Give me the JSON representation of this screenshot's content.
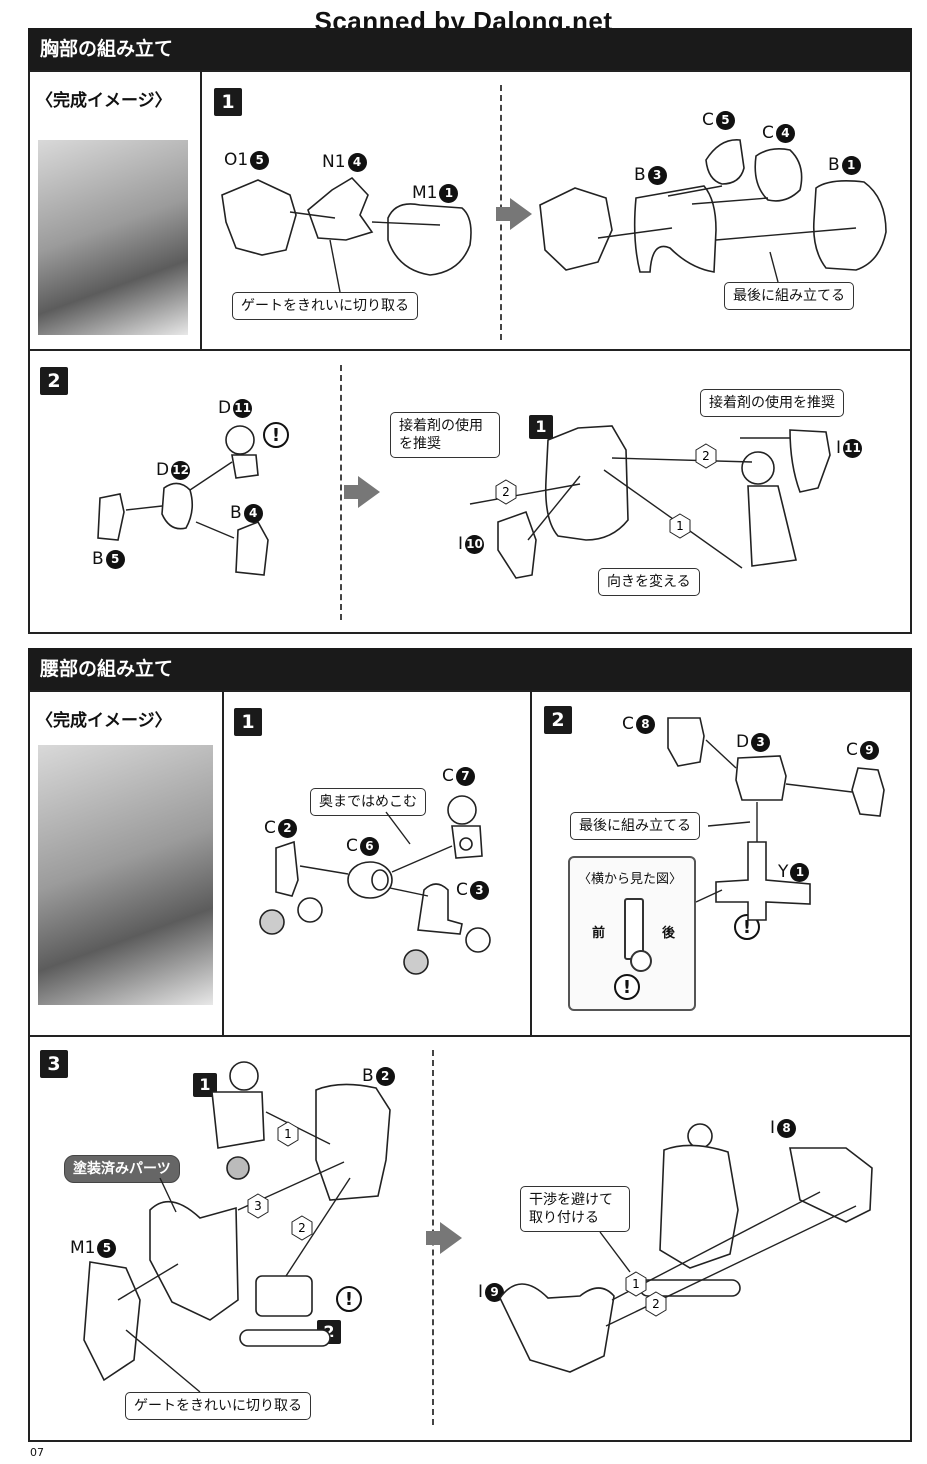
{
  "watermark": "Scanned by Dalong.net",
  "page_number": "07",
  "chest": {
    "title": "胸部の組み立て",
    "image_label": "〈完成イメージ〉",
    "step1": {
      "step": "1",
      "parts": [
        {
          "letter": "O1",
          "num": "5"
        },
        {
          "letter": "N1",
          "num": "4"
        },
        {
          "letter": "M1",
          "num": "1"
        },
        {
          "letter": "C",
          "num": "5"
        },
        {
          "letter": "C",
          "num": "4"
        },
        {
          "letter": "B",
          "num": "3"
        },
        {
          "letter": "B",
          "num": "1"
        }
      ],
      "notes": [
        "ゲートをきれいに切り取る",
        "最後に組み立てる"
      ]
    },
    "step2": {
      "step": "2",
      "parts": [
        {
          "letter": "D",
          "num": "11"
        },
        {
          "letter": "D",
          "num": "12"
        },
        {
          "letter": "B",
          "num": "4"
        },
        {
          "letter": "B",
          "num": "5"
        },
        {
          "letter": "I",
          "num": "11"
        },
        {
          "letter": "I",
          "num": "10"
        }
      ],
      "ref_step": "1",
      "notes": [
        "接着剤の使用を推奨",
        "接着剤の使用\nを推奨",
        "向きを変える"
      ],
      "order_marks": [
        "1",
        "2",
        "2"
      ]
    }
  },
  "waist": {
    "title": "腰部の組み立て",
    "image_label": "〈完成イメージ〉",
    "step1": {
      "step": "1",
      "parts": [
        {
          "letter": "C",
          "num": "7"
        },
        {
          "letter": "C",
          "num": "2"
        },
        {
          "letter": "C",
          "num": "6"
        },
        {
          "letter": "C",
          "num": "3"
        }
      ],
      "notes": [
        "奥まではめこむ"
      ]
    },
    "step2": {
      "step": "2",
      "parts": [
        {
          "letter": "C",
          "num": "8"
        },
        {
          "letter": "D",
          "num": "3"
        },
        {
          "letter": "C",
          "num": "9"
        },
        {
          "letter": "Y",
          "num": "1"
        }
      ],
      "notes": [
        "最後に組み立てる"
      ],
      "side_view": {
        "title": "〈横から見た図〉",
        "front": "前",
        "back": "後"
      }
    },
    "step3": {
      "step": "3",
      "parts": [
        {
          "letter": "B",
          "num": "2"
        },
        {
          "letter": "M1",
          "num": "5"
        },
        {
          "letter": "I",
          "num": "8"
        },
        {
          "letter": "I",
          "num": "9"
        }
      ],
      "ref_steps": [
        "1",
        "2"
      ],
      "notes": [
        "塗装済みパーツ",
        "ゲートをきれいに切り取る",
        "干渉を避けて\n取り付ける"
      ],
      "order_marks": [
        "1",
        "2",
        "3",
        "1",
        "2"
      ]
    }
  },
  "warning_symbol": "!",
  "colors": {
    "bar": "#1a1a1a",
    "arrow": "#777777",
    "photo": "#8a8a8a"
  }
}
